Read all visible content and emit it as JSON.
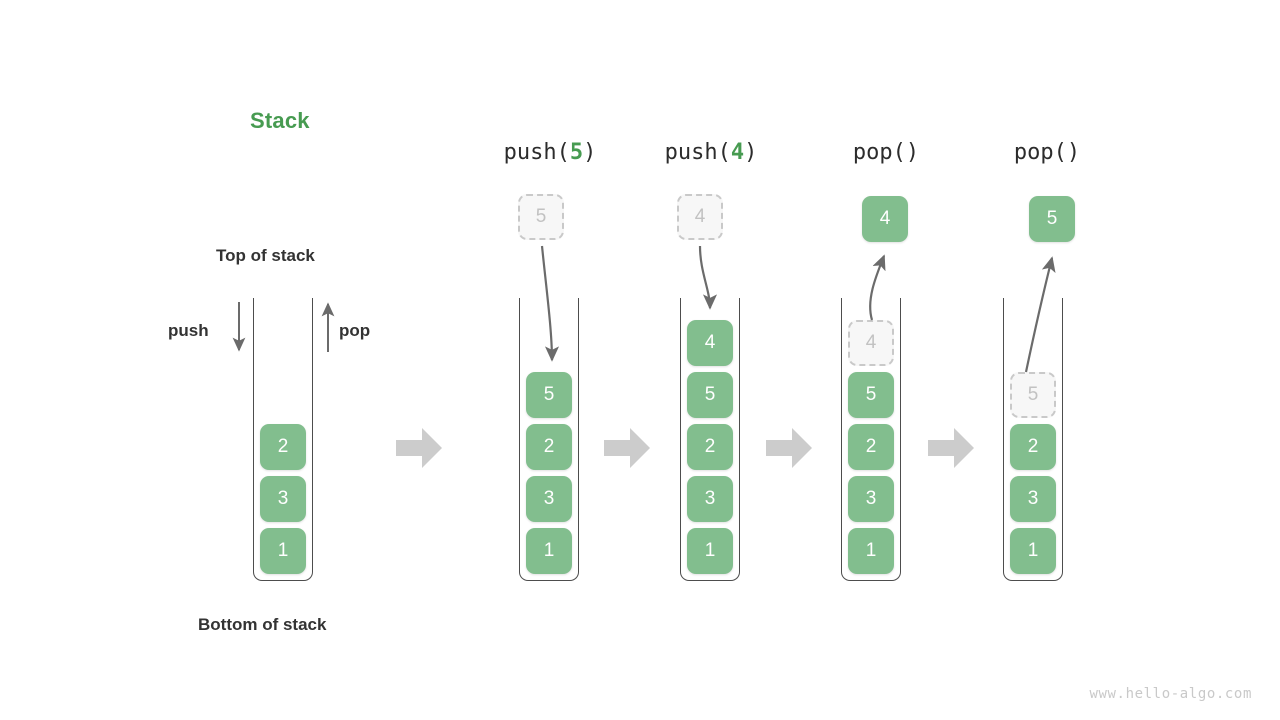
{
  "diagram": {
    "title": "Stack",
    "title_color": "#479b51",
    "element_color": "#82be8e",
    "ghost_color": "#c2c2c2",
    "arrow_color": "#6b6b6b",
    "step_arrow_color": "#cccccc",
    "labels": {
      "top_of_stack": "Top of stack",
      "bottom_of_stack": "Bottom of stack",
      "push": "push",
      "pop": "pop"
    },
    "watermark": "www.hello-algo.com"
  },
  "columns": [
    {
      "id": "initial",
      "header": null,
      "header_arg": null,
      "stack": [
        "2",
        "3",
        "1"
      ],
      "floating": null,
      "ghost_in_stack": null
    },
    {
      "id": "push-5",
      "header_prefix": "push(",
      "header_arg": "5",
      "header_suffix": ")",
      "stack": [
        "5",
        "2",
        "3",
        "1"
      ],
      "floating": {
        "value": "5",
        "style": "ghost"
      },
      "ghost_in_stack": null
    },
    {
      "id": "push-4",
      "header_prefix": "push(",
      "header_arg": "4",
      "header_suffix": ")",
      "stack": [
        "4",
        "5",
        "2",
        "3",
        "1"
      ],
      "floating": {
        "value": "4",
        "style": "ghost"
      },
      "ghost_in_stack": null
    },
    {
      "id": "pop-1",
      "header_prefix": "pop()",
      "header_arg": "",
      "header_suffix": "",
      "stack": [
        "4",
        "5",
        "2",
        "3",
        "1"
      ],
      "floating": {
        "value": "4",
        "style": "solid"
      },
      "ghost_in_stack": "4"
    },
    {
      "id": "pop-2",
      "header_prefix": "pop()",
      "header_arg": "",
      "header_suffix": "",
      "stack": [
        "5",
        "2",
        "3",
        "1"
      ],
      "floating": {
        "value": "5",
        "style": "solid"
      },
      "ghost_in_stack": "5"
    }
  ],
  "step_arrows": [
    {
      "name": "step-arrow-1"
    },
    {
      "name": "step-arrow-2"
    },
    {
      "name": "step-arrow-3"
    },
    {
      "name": "step-arrow-4"
    }
  ]
}
